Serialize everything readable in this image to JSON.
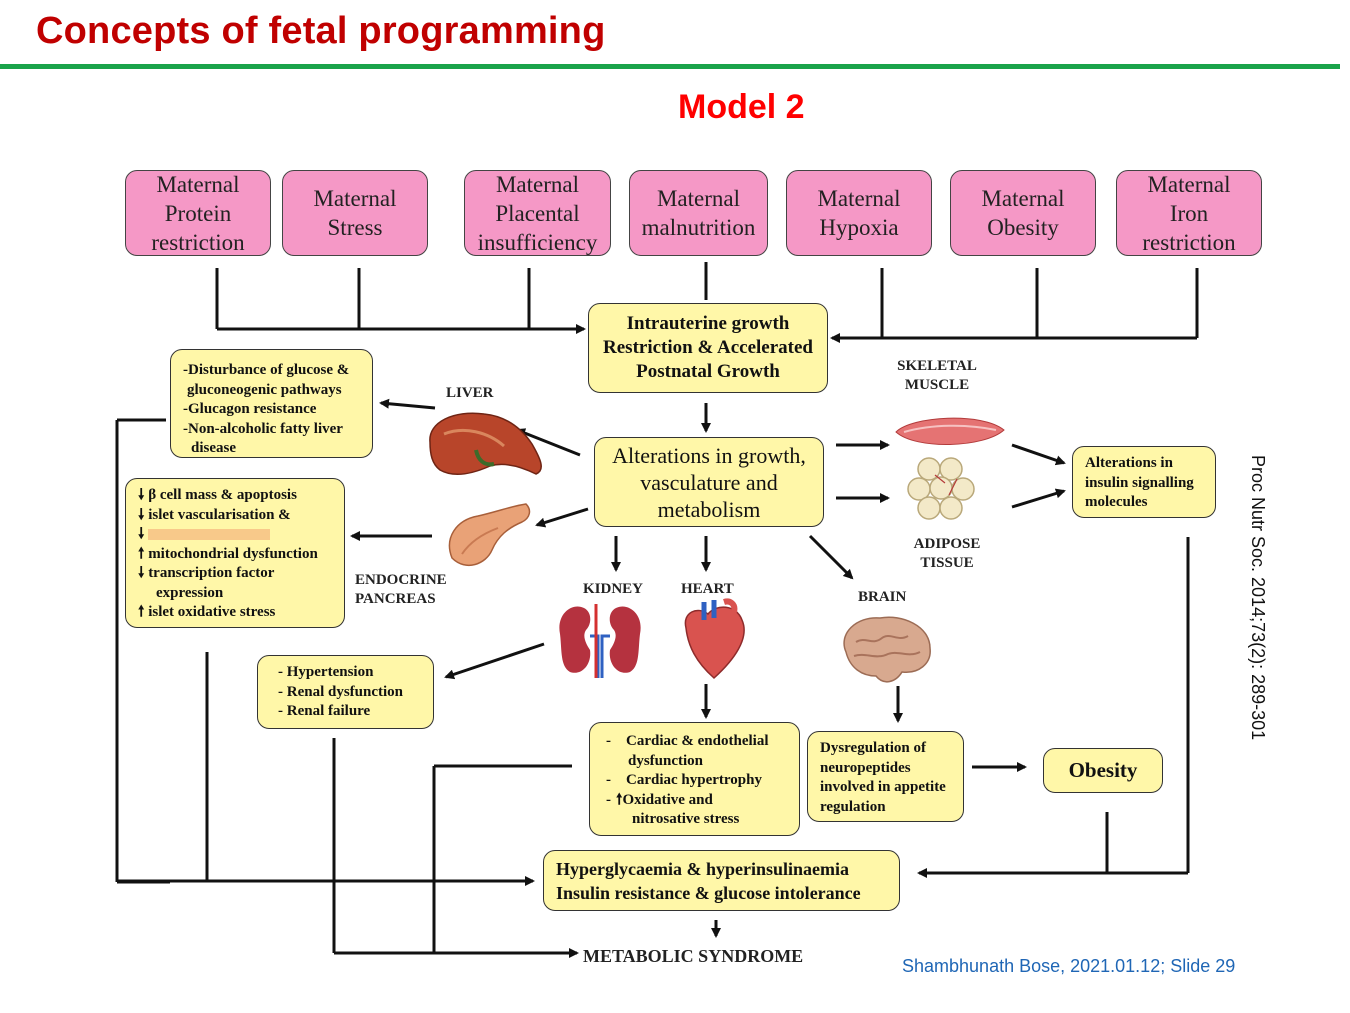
{
  "slide": {
    "title": "Concepts of fetal programming",
    "model_label": "Model 2",
    "citation": "Proc Nutr Soc. 2014;73(2): 289-301",
    "footer": "Shambhunath Bose, 2021.01.12; Slide 29"
  },
  "colors": {
    "title": "#c00000",
    "rule": "#1aa34a",
    "model": "#ff0000",
    "pink": "#f598c6",
    "yellow": "#fff7a8",
    "footer": "#1f66b5"
  },
  "maternal": [
    {
      "line1": "Maternal",
      "line2": "Protein",
      "line3": "restriction"
    },
    {
      "line1": "Maternal",
      "line2": "Stress",
      "line3": ""
    },
    {
      "line1": "Maternal",
      "line2": "Placental",
      "line3": "insufficiency"
    },
    {
      "line1": "Maternal",
      "line2": "malnutrition",
      "line3": ""
    },
    {
      "line1": "Maternal",
      "line2": "Hypoxia",
      "line3": ""
    },
    {
      "line1": "Maternal",
      "line2": "Obesity",
      "line3": ""
    },
    {
      "line1": "Maternal",
      "line2": "Iron",
      "line3": "restriction"
    }
  ],
  "iugr": {
    "line1": "Intrauterine growth",
    "line2": "Restriction & Accelerated",
    "line3": "Postnatal Growth"
  },
  "alterations": {
    "line1": "Alterations in growth,",
    "line2": "vasculature and",
    "line3": "metabolism"
  },
  "liver_effects": [
    "-Disturbance of glucose &",
    "gluconeogenic pathways",
    "-Glucagon resistance",
    "-Non-alcoholic fatty liver",
    "disease"
  ],
  "pancreas_effects": [
    {
      "arrow": "down",
      "text": "β cell mass & apoptosis"
    },
    {
      "arrow": "down",
      "text": "islet vascularisation &"
    },
    {
      "arrow": "down",
      "text": ""
    },
    {
      "arrow": "up",
      "text": "mitochondrial dysfunction"
    },
    {
      "arrow": "down",
      "text": "transcription factor"
    },
    {
      "arrow": "",
      "text": "expression"
    },
    {
      "arrow": "up",
      "text": "islet oxidative stress"
    }
  ],
  "signalling": [
    "Alterations in",
    "insulin signalling",
    "molecules"
  ],
  "renal_effects": [
    "- Hypertension",
    "- Renal dysfunction",
    "- Renal failure"
  ],
  "cardiac_effects": [
    {
      "prefix": "-",
      "arrow": "",
      "text": "Cardiac & endothelial"
    },
    {
      "prefix": "",
      "arrow": "",
      "text": "dysfunction"
    },
    {
      "prefix": "-",
      "arrow": "",
      "text": "Cardiac hypertrophy"
    },
    {
      "prefix": "-",
      "arrow": "up",
      "text": "Oxidative  and"
    },
    {
      "prefix": "",
      "arrow": "",
      "text": "nitrosative stress"
    }
  ],
  "brain_effects": [
    "Dysregulation of",
    "neuropeptides",
    "involved in appetite",
    "regulation"
  ],
  "obesity": "Obesity",
  "hyperglycaemia": {
    "line1": "Hyperglycaemia & hyperinsulinaemia",
    "line2": "Insulin resistance & glucose intolerance"
  },
  "metabolic_syndrome": "METABOLIC SYNDROME",
  "organs": {
    "liver": "LIVER",
    "skeletal_muscle": [
      "SKELETAL",
      "MUSCLE"
    ],
    "adipose": [
      "ADIPOSE",
      "TISSUE"
    ],
    "pancreas": [
      "ENDOCRINE",
      "PANCREAS"
    ],
    "kidney": "KIDNEY",
    "heart": "HEART",
    "brain": "BRAIN"
  }
}
